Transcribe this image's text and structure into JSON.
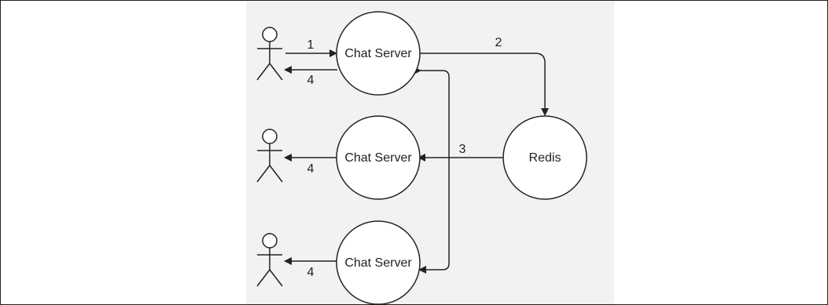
{
  "diagram": {
    "nodes": {
      "server1": "Chat Server",
      "server2": "Chat Server",
      "server3": "Chat Server",
      "redis": "Redis"
    },
    "edges": {
      "user1_to_server1": "1",
      "server1_to_user1": "4",
      "server1_to_redis": "2",
      "redis_to_servers": "3",
      "server2_to_user2": "4",
      "server3_to_user3": "4"
    },
    "colors": {
      "stroke": "#222222",
      "panel": "#f2f2f2",
      "circle_fill": "#ffffff"
    }
  }
}
